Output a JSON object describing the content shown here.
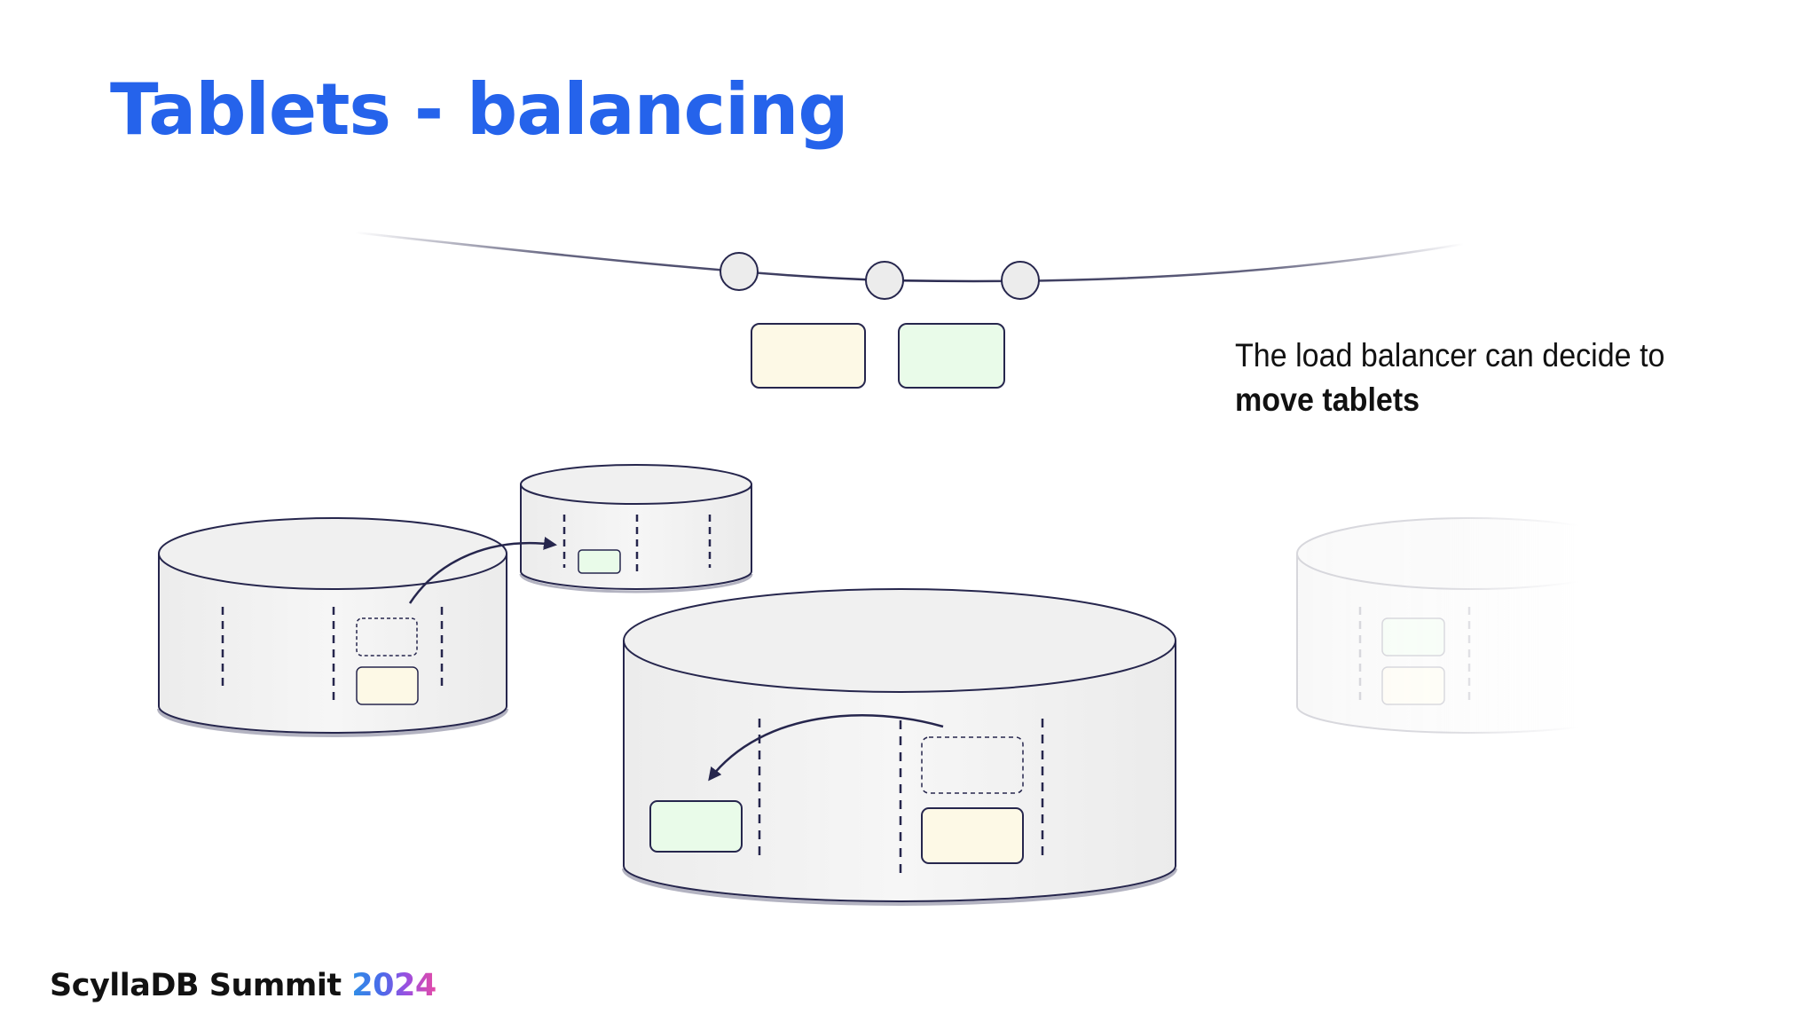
{
  "slide": {
    "title": "Tablets - balancing",
    "caption_line1": "The load balancer can decide to",
    "caption_line2_bold": "move tablets"
  },
  "footer": {
    "brand": "ScyllaDB Summit",
    "year": "2024"
  },
  "colors": {
    "title": "#2563eb",
    "outline": "#26264d",
    "node_fill": "#f1f1f1",
    "tablet_yellow": "#fdf9e6",
    "tablet_green": "#e9fbe9"
  },
  "diagram": {
    "ring_tokens": 3,
    "ring_tablets": [
      "yellow",
      "green"
    ],
    "nodes": [
      {
        "name": "left",
        "dividers": 3
      },
      {
        "name": "small",
        "dividers": 3
      },
      {
        "name": "large",
        "dividers": 3
      },
      {
        "name": "faded",
        "dividers": 2
      }
    ]
  }
}
